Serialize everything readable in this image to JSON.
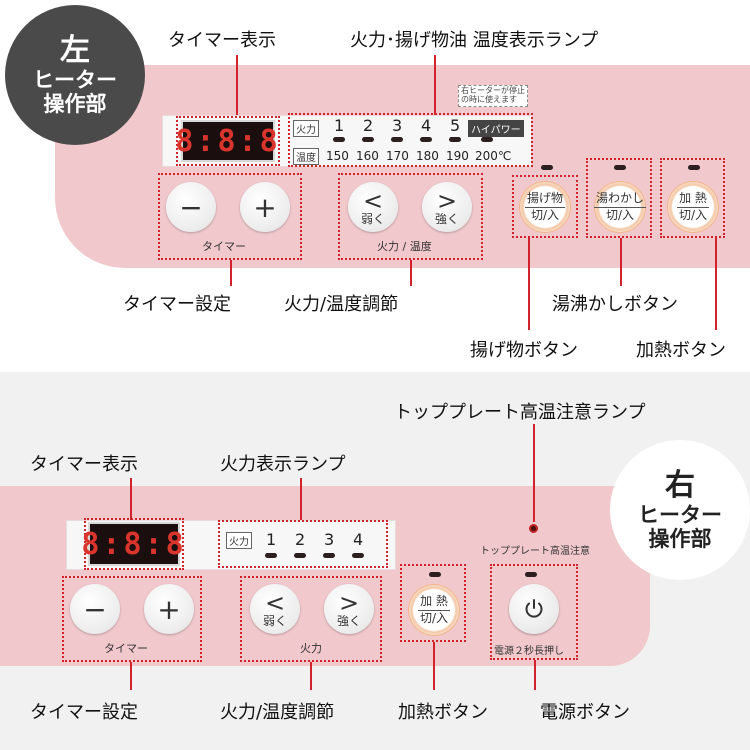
{
  "left": {
    "badge": {
      "line1": "左",
      "line2": "ヒーター",
      "line3": "操作部"
    },
    "callouts": {
      "timer_display": "タイマー表示",
      "power_temp_lamp": "火力･揚げ物油  温度表示ランプ",
      "timer_setting": "タイマー設定",
      "power_temp_adjust": "火力/温度調節",
      "boil_button": "湯沸かしボタン",
      "fry_button": "揚げ物ボタン",
      "heat_button": "加熱ボタン"
    },
    "display": "8:8:8",
    "lamp_strip": {
      "power_label": "火力",
      "levels": [
        "1",
        "2",
        "3",
        "4",
        "5"
      ],
      "hipower": "ハイパワー",
      "temp_label": "温度",
      "temps": [
        "150",
        "160",
        "170",
        "180",
        "190",
        "200℃"
      ],
      "note_line1": "右ヒーターが停止",
      "note_line2": "の時に使えます"
    },
    "buttons": {
      "timer_minus": "−",
      "timer_plus": "+",
      "timer_caption": "タイマー",
      "weak_symbol": "<",
      "weak_label": "弱く",
      "strong_symbol": ">",
      "strong_label": "強く",
      "power_caption": "火力 / 温度",
      "fry_top": "揚げ物",
      "fry_bottom": "切/入",
      "boil_top": "湯わかし",
      "boil_bottom": "切/入",
      "heat_top": "加 熱",
      "heat_bottom": "切/入"
    }
  },
  "right": {
    "badge": {
      "line1": "右",
      "line2": "ヒーター",
      "line3": "操作部"
    },
    "callouts": {
      "top_plate_lamp": "トッププレート高温注意ランプ",
      "timer_display": "タイマー表示",
      "power_lamp": "火力表示ランプ",
      "timer_setting": "タイマー設定",
      "power_temp_adjust": "火力/温度調節",
      "heat_button": "加熱ボタン",
      "power_button": "電源ボタン"
    },
    "display": "8:8:8",
    "lamp_strip": {
      "power_label": "火力",
      "levels": [
        "1",
        "2",
        "3",
        "4"
      ]
    },
    "top_plate_text": "トッププレート高温注意",
    "buttons": {
      "timer_minus": "−",
      "timer_plus": "+",
      "timer_caption": "タイマー",
      "weak_symbol": "<",
      "weak_label": "弱く",
      "strong_symbol": ">",
      "strong_label": "強く",
      "power_caption": "火力",
      "heat_top": "加 熱",
      "heat_bottom": "切/入",
      "power_caption_text": "電源２秒長押し"
    }
  },
  "colors": {
    "panel": "#f1c9cd",
    "callout": "#d0232b",
    "display_text": "#d9352c"
  }
}
